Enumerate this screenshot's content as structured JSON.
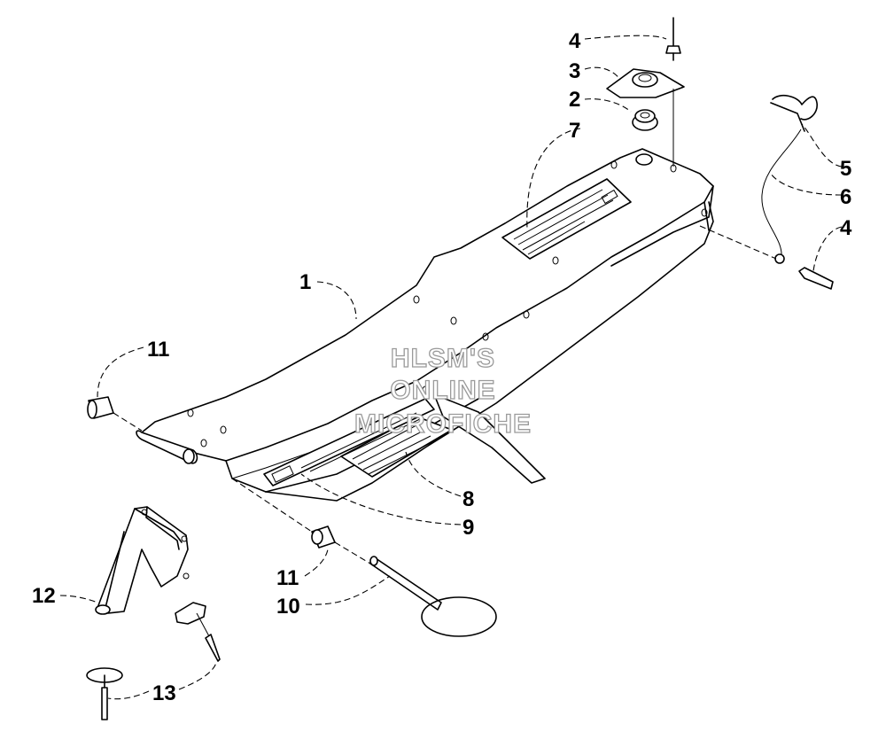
{
  "callouts": {
    "c1": "1",
    "c2": "2",
    "c3": "3",
    "c4_top": "4",
    "c4_right": "4",
    "c5": "5",
    "c6": "6",
    "c7": "7",
    "c8": "8",
    "c9": "9",
    "c10": "10",
    "c11_left": "11",
    "c11_bottom": "11",
    "c12": "12",
    "c13": "13"
  },
  "watermark": {
    "line1": "HLSM'S",
    "line2": "ONLINE",
    "line3": "MICROFICHE"
  }
}
